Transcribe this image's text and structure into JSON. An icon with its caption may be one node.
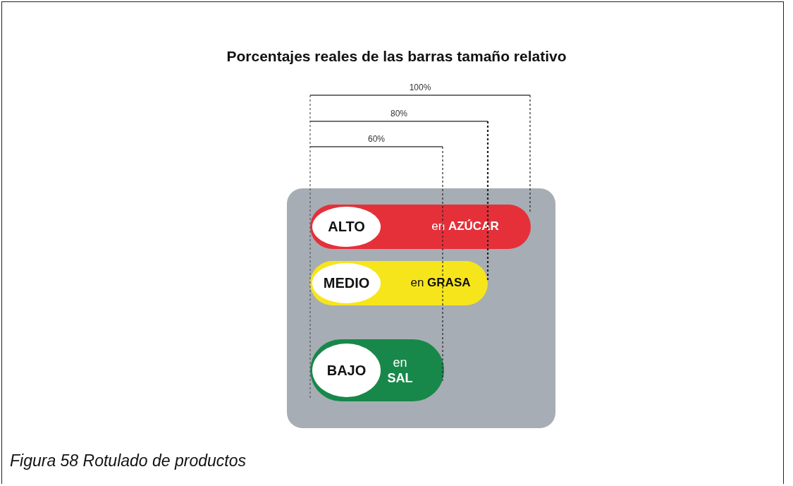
{
  "diagram": {
    "title": "Porcentajes reales de las barras tamaño relativo",
    "caption": "Figura 58 Rotulado de productos",
    "nodes": [
      {
        "text": [],
        "shape": "box"
      },
      {
        "text": [
          "en **AZÚCAR**"
        ],
        "in": 0
      },
      {
        "text": [
          "ALTO"
        ],
        "in": 1
      },
      {
        "text": [
          "en **GRASA**"
        ],
        "in": 0
      },
      {
        "text": [
          "MEDIO"
        ],
        "in": 3
      },
      {
        "text": [
          "en **SAL**"
        ],
        "in": 0
      },
      {
        "text": [
          "BAJO"
        ],
        "in": 5
      }
    ],
    "edges": [],
    "labels": [
      "100%",
      "80%",
      "60%"
    ]
  }
}
